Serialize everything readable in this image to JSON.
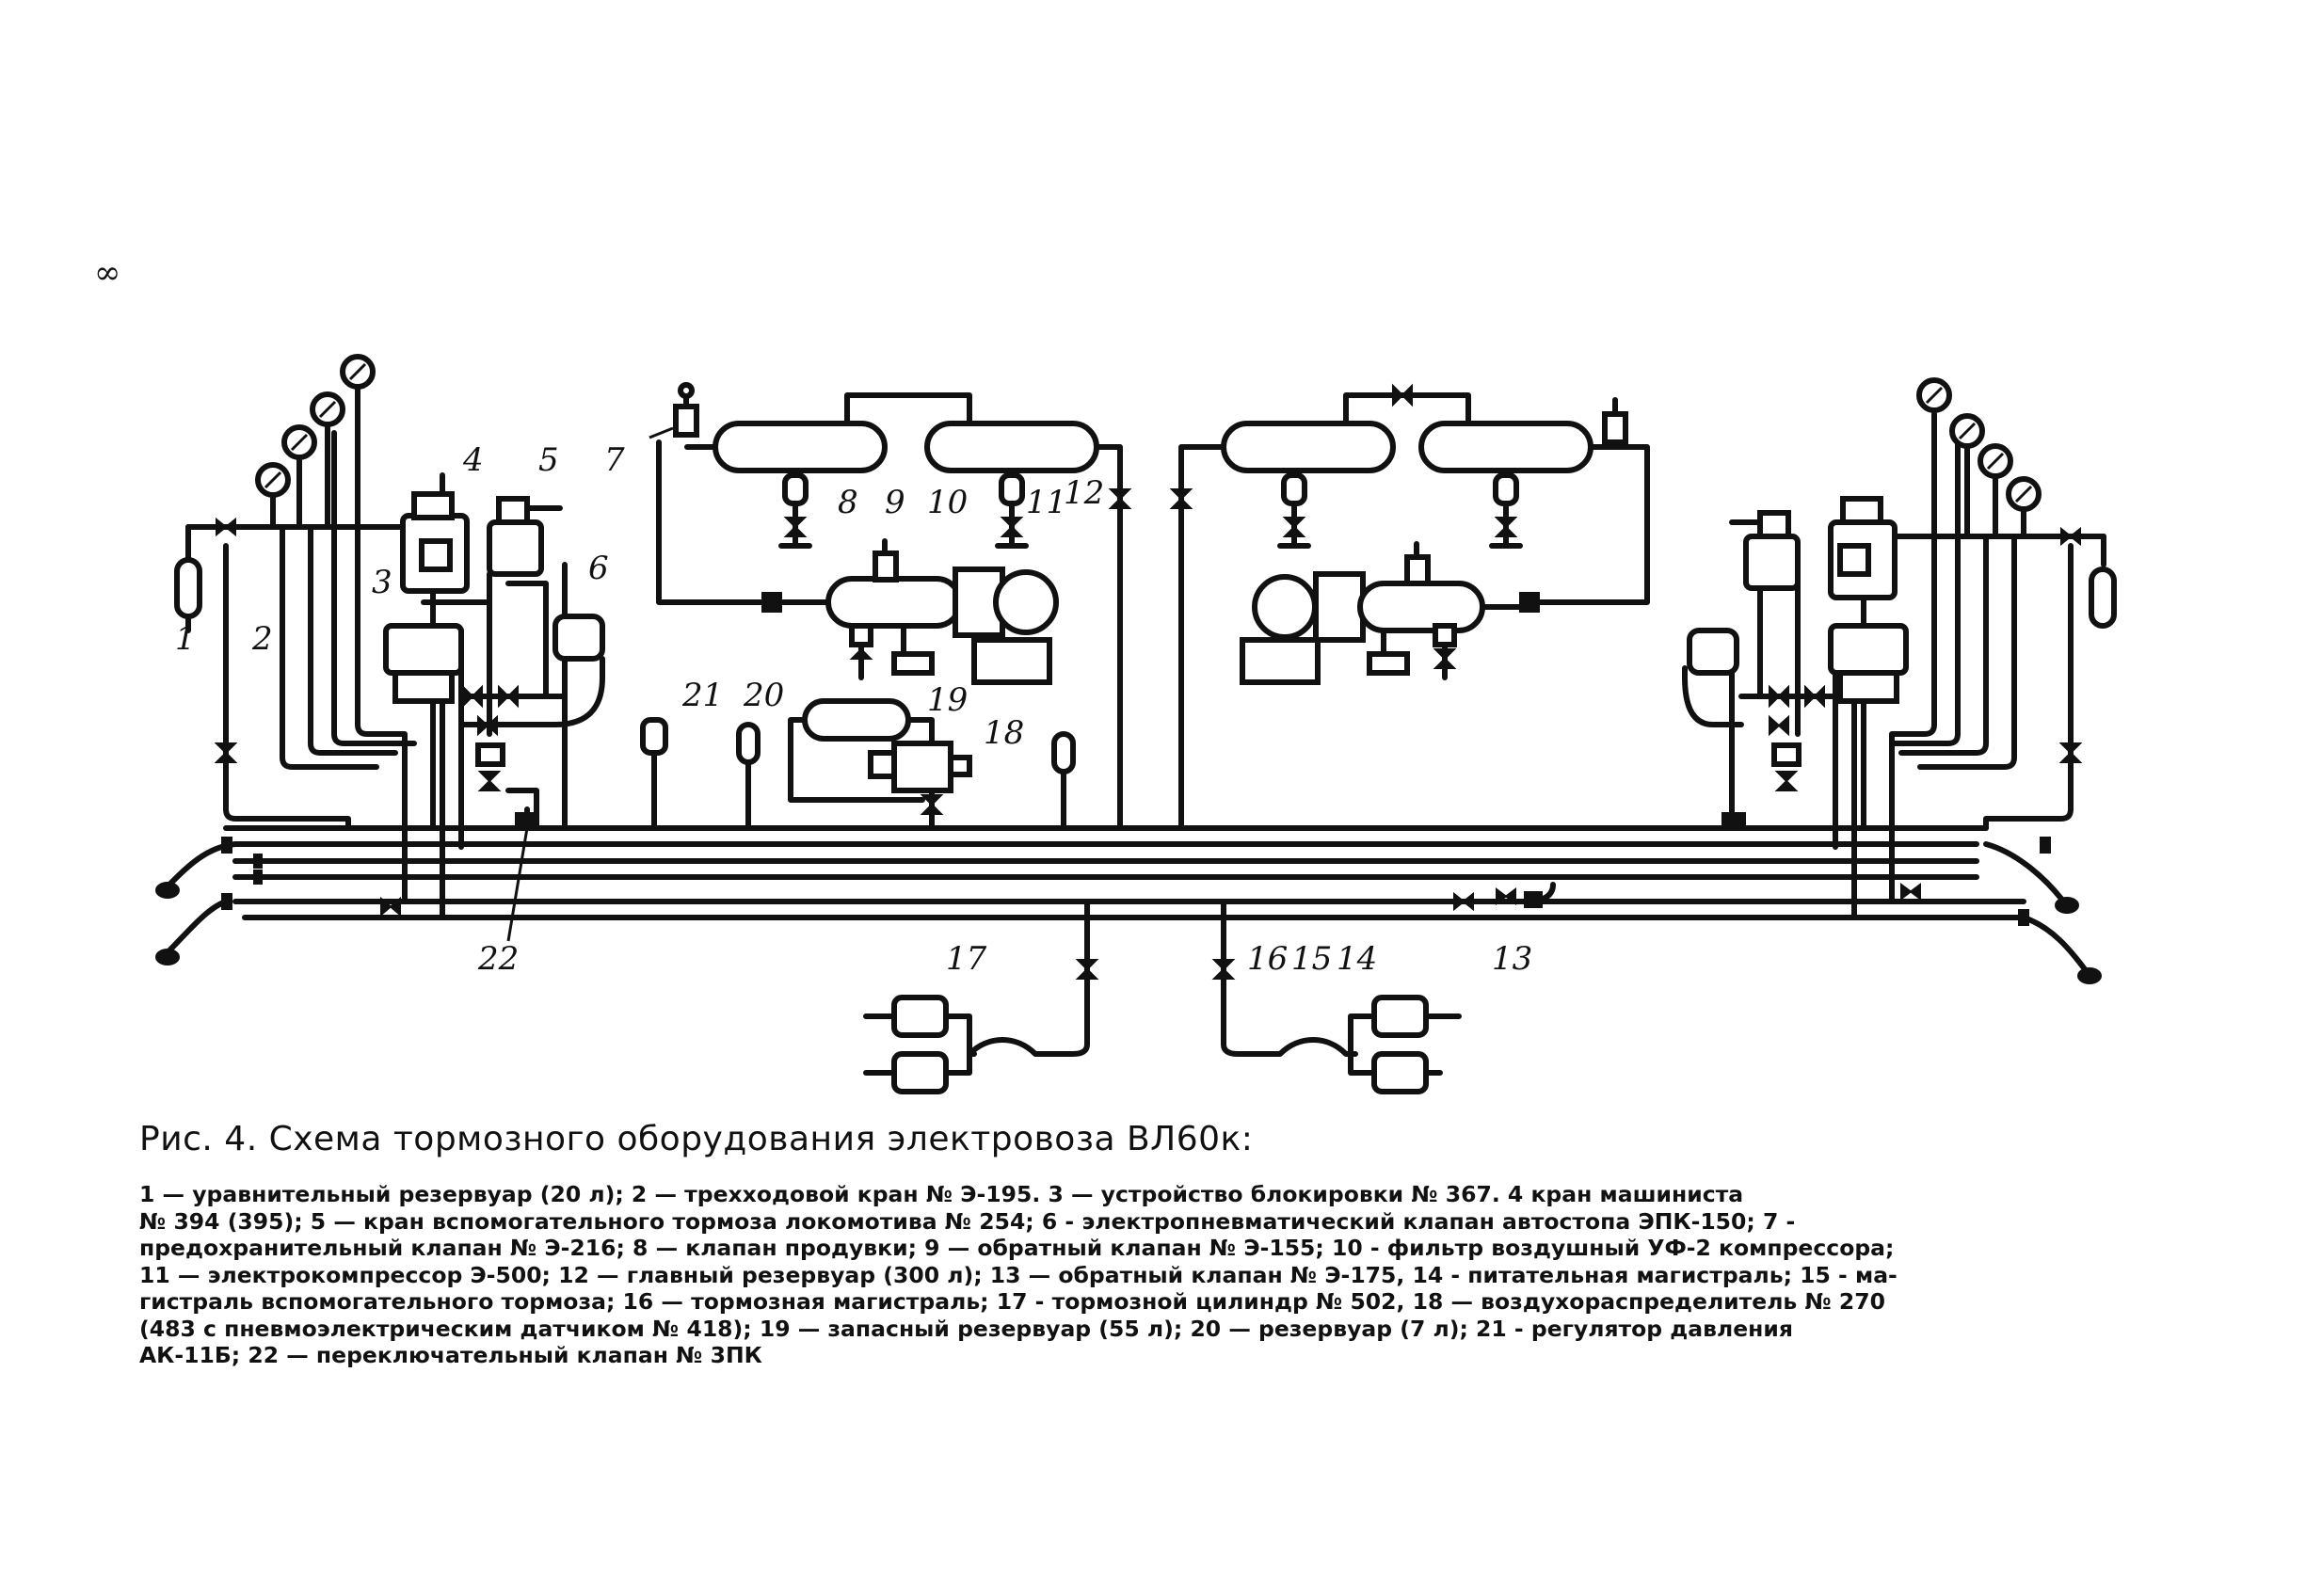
{
  "page_mark": "∞",
  "figure": {
    "title": "Рис. 4. Схема тормозного оборудования электровоза ВЛ60к:",
    "legend_lines": [
      "1 — уравнительный резервуар (20 л); 2 — трехходовой кран № Э-195. 3 — устройство блокировки № 367. 4 кран машиниста",
      "№ 394 (395); 5 — кран вспомогательного тормоза локомотива № 254; 6 - электропневматический клапан автостопа ЭПК-150; 7 -",
      "предохранительный клапан № Э-216; 8 — клапан продувки; 9 — обратный клапан № Э-155; 10 - фильтр воздушный УФ-2 компрессора;",
      "11 — электрокомпрессор Э-500; 12 — главный резервуар (300 л); 13 — обратный клапан № Э-175, 14 - питательная магистраль; 15 - ма-",
      "гистраль вспомогательного тормоза; 16 — тормозная магистраль; 17 - тормозной цилиндр № 502, 18 — воздухораспределитель № 270",
      "(483 с пневмоэлектрическим датчиком № 418); 19 — запасный резервуар (55 л); 20 — резервуар (7 л); 21 - регулятор давления",
      "АК-11Б; 22 — переключательный клапан № 3ПК"
    ]
  },
  "callouts": [
    "1",
    "2",
    "3",
    "4",
    "5",
    "6",
    "7",
    "8",
    "9",
    "10",
    "11",
    "12",
    "13",
    "14",
    "15",
    "16",
    "17",
    "18",
    "19",
    "20",
    "21",
    "22"
  ]
}
